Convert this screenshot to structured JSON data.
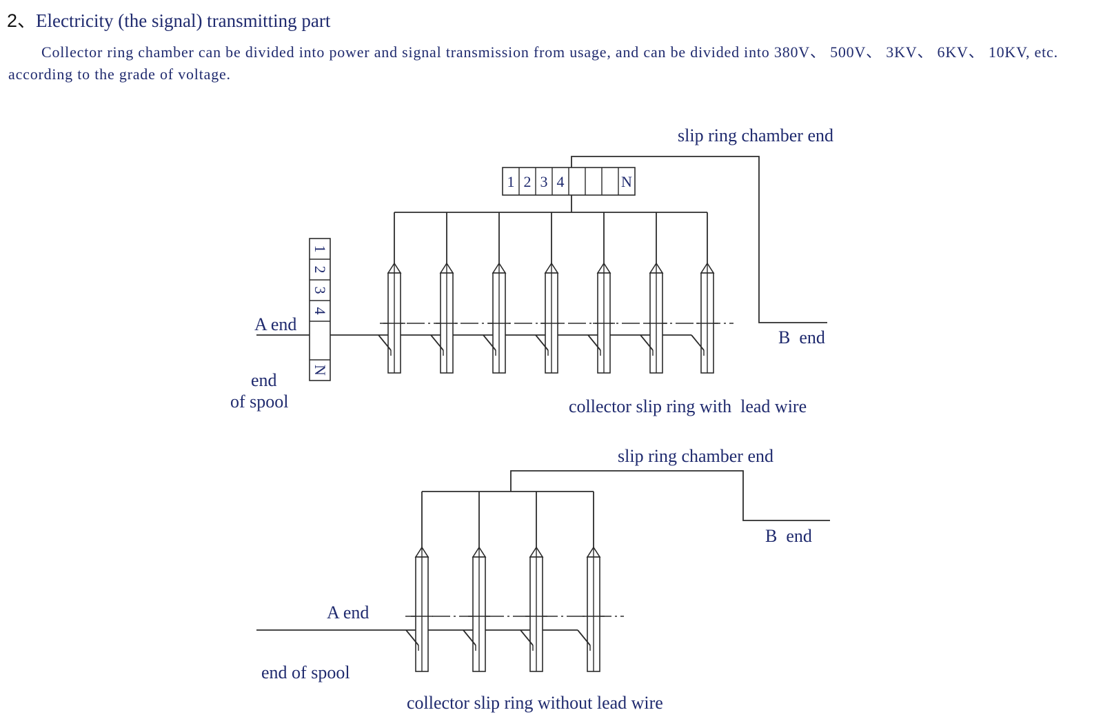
{
  "heading": {
    "number": "2、",
    "title": "Electricity (the signal) transmitting part"
  },
  "intro": "Collector  ring chamber  can be divided into power and signal transmission  from usage,  and can be divided into 380V、 500V、 3KV、 6KV、 10KV, etc. according to the grade of voltage.",
  "diagram_with_lead": {
    "chamber_end_label": "slip ring chamber end",
    "b_end_label": "B  end",
    "a_end_label": "A end",
    "spool_label_line1": "end",
    "spool_label_line2": "of spool",
    "caption": "collector slip ring with  lead wire",
    "top_terminal": [
      "1",
      "2",
      "3",
      "4",
      "",
      "",
      "",
      "N"
    ],
    "side_terminal": [
      "1",
      "2",
      "3",
      "4",
      "",
      "",
      "N"
    ],
    "ring_count": 7
  },
  "diagram_without_lead": {
    "chamber_end_label": "slip ring chamber end",
    "b_end_label": "B  end",
    "a_end_label": "A end",
    "spool_label": "end of spool",
    "caption": "collector slip ring without lead wire",
    "ring_count": 4
  }
}
